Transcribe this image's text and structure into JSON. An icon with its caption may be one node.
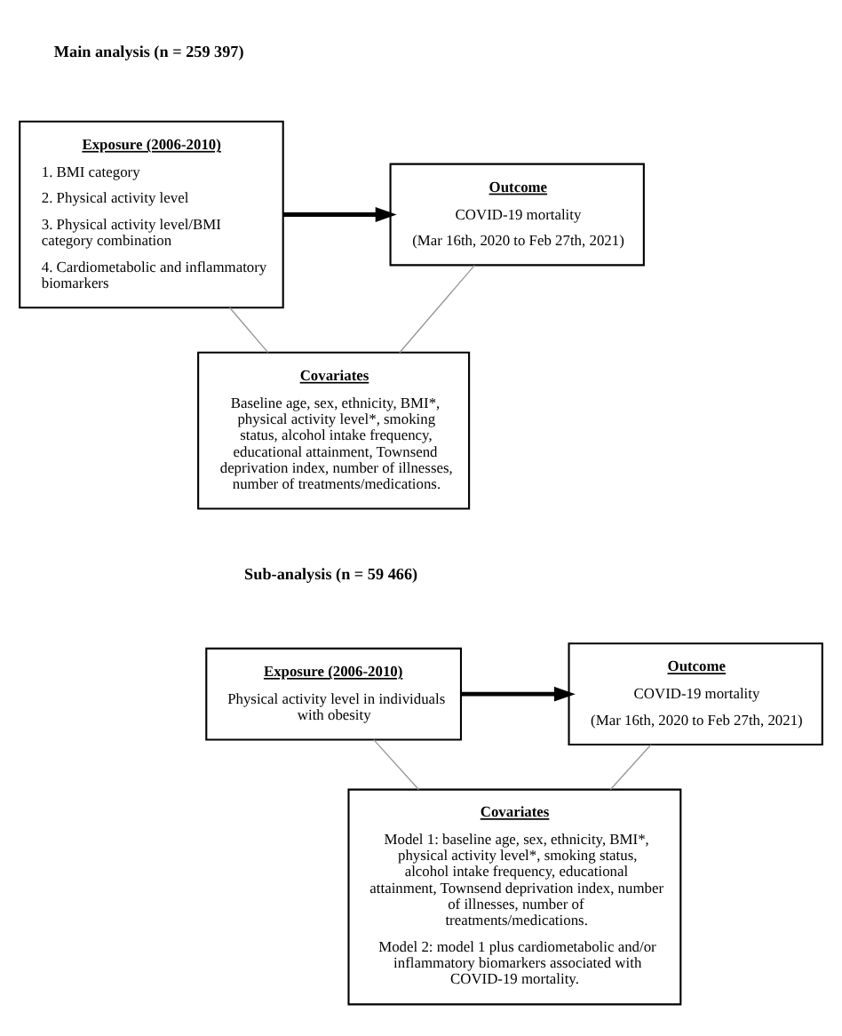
{
  "diagram": {
    "nodes": [
      {
        "text": [
          "Exposure (2006-2010)",
          "1. BMI category",
          "2. Physical activity level",
          "3. Physical activity level/BMI category combination",
          "4. Cardiometabolic and inflammatory biomarkers"
        ]
      },
      {
        "text": [
          "Outcome",
          "COVID-19 mortality",
          "(Mar 16th, 2020 to Feb 27th, 2021)"
        ]
      },
      {
        "text": [
          "Covariates",
          "Baseline age, sex, ethnicity, BMI*, physical activity level*, smoking status, alcohol intake frequency, educational attainment, Townsend deprivation index, number of illnesses, number of treatments/medications."
        ]
      },
      {
        "text": [
          "Exposure (2006-2010)",
          "Physical activity level in individuals with obesity"
        ]
      },
      {
        "text": [
          "Outcome",
          "COVID-19 mortality",
          "(Mar 16th, 2020 to Feb 27th, 2021)"
        ]
      },
      {
        "text": [
          "Covariates",
          "Model 1: baseline age, sex, ethnicity, BMI*, physical activity level*, smoking status, alcohol intake frequency, educational attainment, Townsend deprivation index, number of illnesses, number of treatments/medications.",
          "Model 2: model 1 plus cardiometabolic and/or inflammatory biomarkers associated with COVID-19 mortality."
        ]
      }
    ],
    "edges": [
      {
        "from": 0,
        "to": 1,
        "arrow": "to",
        "style": "thick",
        "color": "#000000"
      },
      {
        "from": 0,
        "to": 2,
        "arrow": "none"
      },
      {
        "from": 1,
        "to": 2,
        "arrow": "none"
      },
      {
        "from": 3,
        "to": 4,
        "arrow": "to",
        "style": "thick",
        "color": "#000000"
      },
      {
        "from": 3,
        "to": 5,
        "arrow": "none"
      },
      {
        "from": 4,
        "to": 5,
        "arrow": "none"
      }
    ],
    "labels": [
      "Main analysis (n = 259 397)",
      "Sub-analysis (n = 59 466)"
    ]
  }
}
